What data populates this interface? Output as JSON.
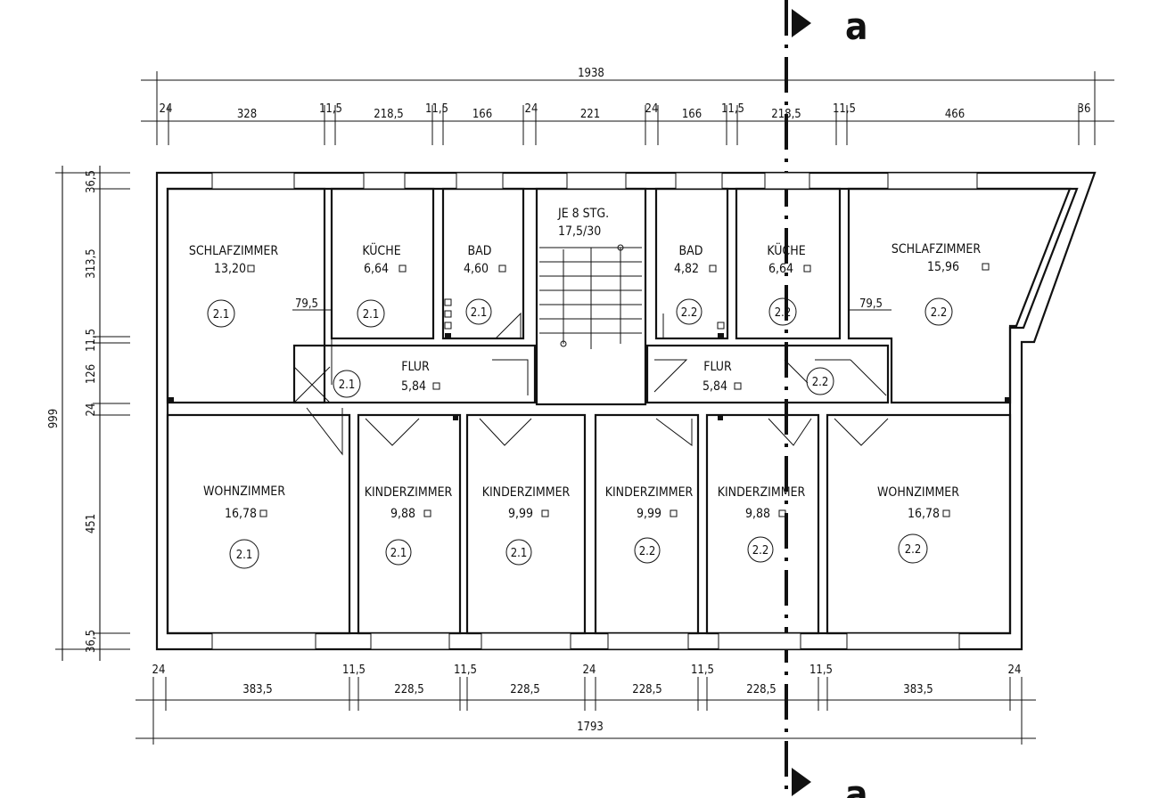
{
  "section": {
    "label_top": "a",
    "label_bottom": "a"
  },
  "top_dims": {
    "overall": "1938",
    "segments": [
      "24",
      "328",
      "11,5",
      "218,5",
      "11,5",
      "166",
      "24",
      "221",
      "24",
      "166",
      "11,5",
      "218,5",
      "11,5",
      "466",
      "36"
    ]
  },
  "bottom_dims": {
    "overall": "1793",
    "segments": [
      "24",
      "383,5",
      "11,5",
      "228,5",
      "11,5",
      "228,5",
      "24",
      "228,5",
      "11,5",
      "228,5",
      "11,5",
      "383,5",
      "24"
    ]
  },
  "left_dims": {
    "overall": "999",
    "segments": [
      "36,5",
      "313,5",
      "11,5",
      "126",
      "24",
      "451",
      "36,5"
    ]
  },
  "inner_dims": {
    "left_79": "79,5",
    "right_79": "79,5"
  },
  "stair": {
    "label": "JE 8 STG.",
    "size": "17,5/30"
  },
  "rooms": [
    {
      "name": "SCHLAFZIMMER",
      "area": "13,20",
      "unit": "2.1"
    },
    {
      "name": "KÜCHE",
      "area": "6,64",
      "unit": "2.1"
    },
    {
      "name": "BAD",
      "area": "4,60",
      "unit": "2.1"
    },
    {
      "name": "BAD",
      "area": "4,82",
      "unit": "2.2"
    },
    {
      "name": "KÜCHE",
      "area": "6,64",
      "unit": "2.2"
    },
    {
      "name": "SCHLAFZIMMER",
      "area": "15,96",
      "unit": "2.2"
    },
    {
      "name": "FLUR",
      "area": "5,84",
      "unit": "2.1"
    },
    {
      "name": "FLUR",
      "area": "5,84",
      "unit": "2.2"
    },
    {
      "name": "WOHNZIMMER",
      "area": "16,78",
      "unit": "2.1"
    },
    {
      "name": "KINDERZIMMER",
      "area": "9,88",
      "unit": "2.1"
    },
    {
      "name": "KINDERZIMMER",
      "area": "9,99",
      "unit": "2.1"
    },
    {
      "name": "KINDERZIMMER",
      "area": "9,99",
      "unit": "2.2"
    },
    {
      "name": "KINDERZIMMER",
      "area": "9,88",
      "unit": "2.2"
    },
    {
      "name": "WOHNZIMMER",
      "area": "16,78",
      "unit": "2.2"
    }
  ]
}
